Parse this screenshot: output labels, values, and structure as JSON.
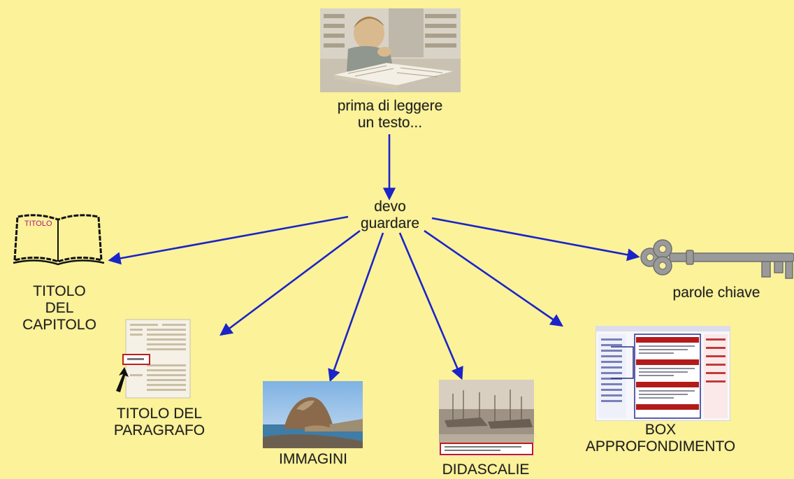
{
  "diagram": {
    "root": {
      "label": "prima di leggere\nun testo..."
    },
    "hub": {
      "label": "devo\nguardare"
    },
    "branches": [
      {
        "id": "titolo-capitolo",
        "label": "TITOLO\nDEL\nCAPITOLO",
        "image_text": "TITOLO",
        "icon": "open-book-icon"
      },
      {
        "id": "titolo-paragrafo",
        "label": "TITOLO DEL\nPARAGRAFO",
        "icon": "page-with-pointer-icon"
      },
      {
        "id": "immagini",
        "label": "IMMAGINI",
        "icon": "coastal-photo-icon"
      },
      {
        "id": "didascalie",
        "label": "DIDASCALIE",
        "icon": "harbor-photo-icon"
      },
      {
        "id": "box-approfondimento",
        "label": "BOX\nAPPROFONDIMENTO",
        "icon": "web-page-screenshot-icon"
      },
      {
        "id": "parole-chiave",
        "label": "parole chiave",
        "icon": "skeleton-key-icon"
      }
    ]
  },
  "colors": {
    "background": "#fbf29a",
    "arrow": "#1a24c8",
    "text": "#1e1e1e"
  }
}
